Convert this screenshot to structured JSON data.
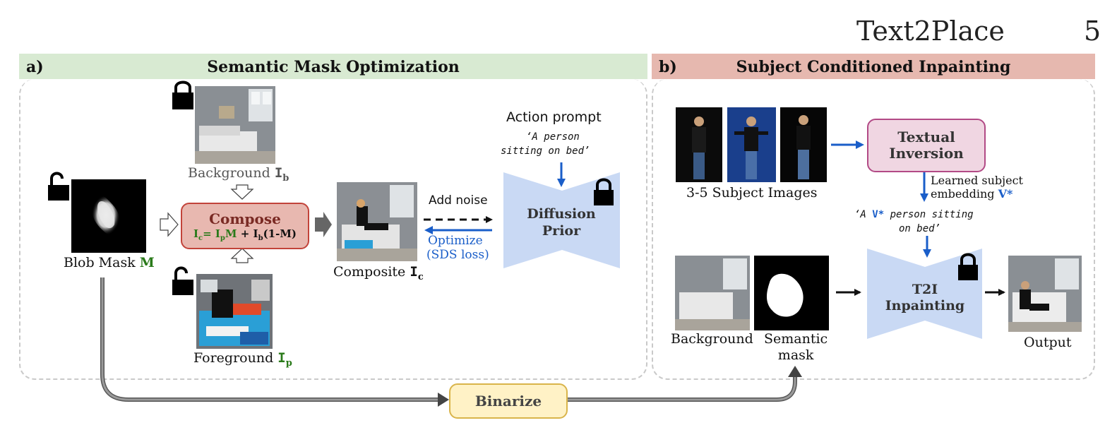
{
  "header": {
    "title": "Text2Place",
    "page_number": "5"
  },
  "panel_a": {
    "label": "a)",
    "title": "Semantic Mask Optimization",
    "blob_mask_label": "Blob Mask",
    "blob_mask_symbol": "M",
    "background_label": "Background",
    "background_symbol": "I",
    "background_sub": "b",
    "foreground_label": "Foreground",
    "foreground_symbol": "I",
    "foreground_sub": "p",
    "compose_title": "Compose",
    "compose_formula": {
      "lhs": "I",
      "lhs_sub": "c",
      "eq": "= ",
      "t1": "I",
      "t1_sub": "p",
      "t1_m": "M",
      "plus": " + ",
      "t2": "I",
      "t2_sub": "b",
      "t2_rest": "(1-M)"
    },
    "composite_label": "Composite",
    "composite_symbol": "I",
    "composite_sub": "c",
    "add_noise_label": "Add noise",
    "optimize_label": "Optimize",
    "sds_label": "(SDS loss)",
    "action_prompt_title": "Action prompt",
    "action_prompt_line1": "‘A person",
    "action_prompt_line2": "sitting on bed’",
    "diffusion_prior_line1": "Diffusion",
    "diffusion_prior_line2": "Prior"
  },
  "panel_b": {
    "label": "b)",
    "title": "Subject Conditioned Inpainting",
    "subject_images_label": "3-5 Subject Images",
    "textual_inversion_line1": "Textual",
    "textual_inversion_line2": "Inversion",
    "learned_line1": "Learned subject",
    "learned_line2": "embedding",
    "learned_token": "V*",
    "prompt_prefix": "‘A ",
    "prompt_token": "V*",
    "prompt_rest": " person sitting",
    "prompt_line2": "on bed’",
    "background_label": "Background",
    "semantic_mask_line1": "Semantic",
    "semantic_mask_line2": "mask",
    "t2i_line1": "T2I",
    "t2i_line2": "Inpainting",
    "output_label": "Output"
  },
  "binarize_label": "Binarize",
  "colors": {
    "green_band": "#d8ead2",
    "red_band": "#e6b8af",
    "diffusion_fill": "#c9d9f4",
    "accent_blue": "#1a5ec9",
    "accent_green": "#2a7a1a"
  }
}
